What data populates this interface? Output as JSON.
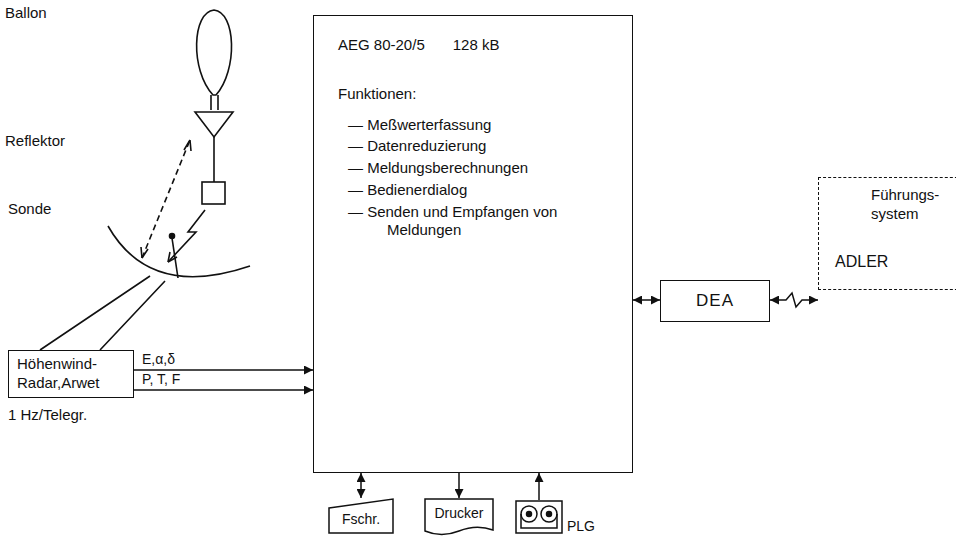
{
  "diagram": {
    "nodes": [
      {
        "text": [
          "Höhenwind- Radar,Arwet"
        ]
      },
      {
        "text": [
          "AEG 80-20/5",
          "128 kB",
          "Funktionen:",
          "— Meßwerterfassung",
          "— Datenreduzierung",
          "— Meldungsberechnungen",
          "— Bedienerdialog",
          "— Senden und Empfangen von Meldungen"
        ]
      },
      {
        "text": [
          "DEA"
        ]
      },
      {
        "text": [
          "Führungs- system",
          "ADLER"
        ]
      },
      {
        "text": [
          "Fschr."
        ]
      },
      {
        "text": [
          "Drucker"
        ]
      },
      {
        "text": [
          "PLG"
        ]
      }
    ],
    "edges": [
      {
        "from": 0,
        "to": 1,
        "arrow": "to",
        "label": "E,α,δ"
      },
      {
        "from": 0,
        "to": 1,
        "arrow": "to",
        "label": "P, T, F"
      },
      {
        "from": 1,
        "to": 2,
        "arrow": "both"
      },
      {
        "from": 2,
        "to": 3,
        "arrow": "both"
      },
      {
        "from": 4,
        "to": 1,
        "arrow": "both"
      },
      {
        "from": 1,
        "to": 5,
        "arrow": "to"
      },
      {
        "from": 6,
        "to": 1,
        "arrow": "to"
      }
    ],
    "labels": [
      "Ballon",
      "Reflektor",
      "Sonde",
      "1 Hz/Telegr."
    ]
  }
}
